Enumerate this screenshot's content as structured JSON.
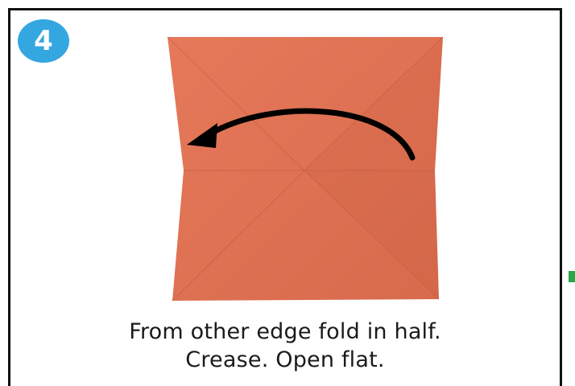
{
  "step": {
    "number": "4"
  },
  "caption": {
    "line1": "From other edge fold in half.",
    "line2": "Crease. Open flat."
  },
  "colors": {
    "paper": "#df7252",
    "paper_shade": "#d06749",
    "badge": "#35a7e0",
    "arrow": "#000000",
    "frame": "#111111",
    "edge_mark": "#27a845"
  },
  "icons": {
    "badge": "step-number-circle",
    "arrow": "curved-left-arrow"
  }
}
